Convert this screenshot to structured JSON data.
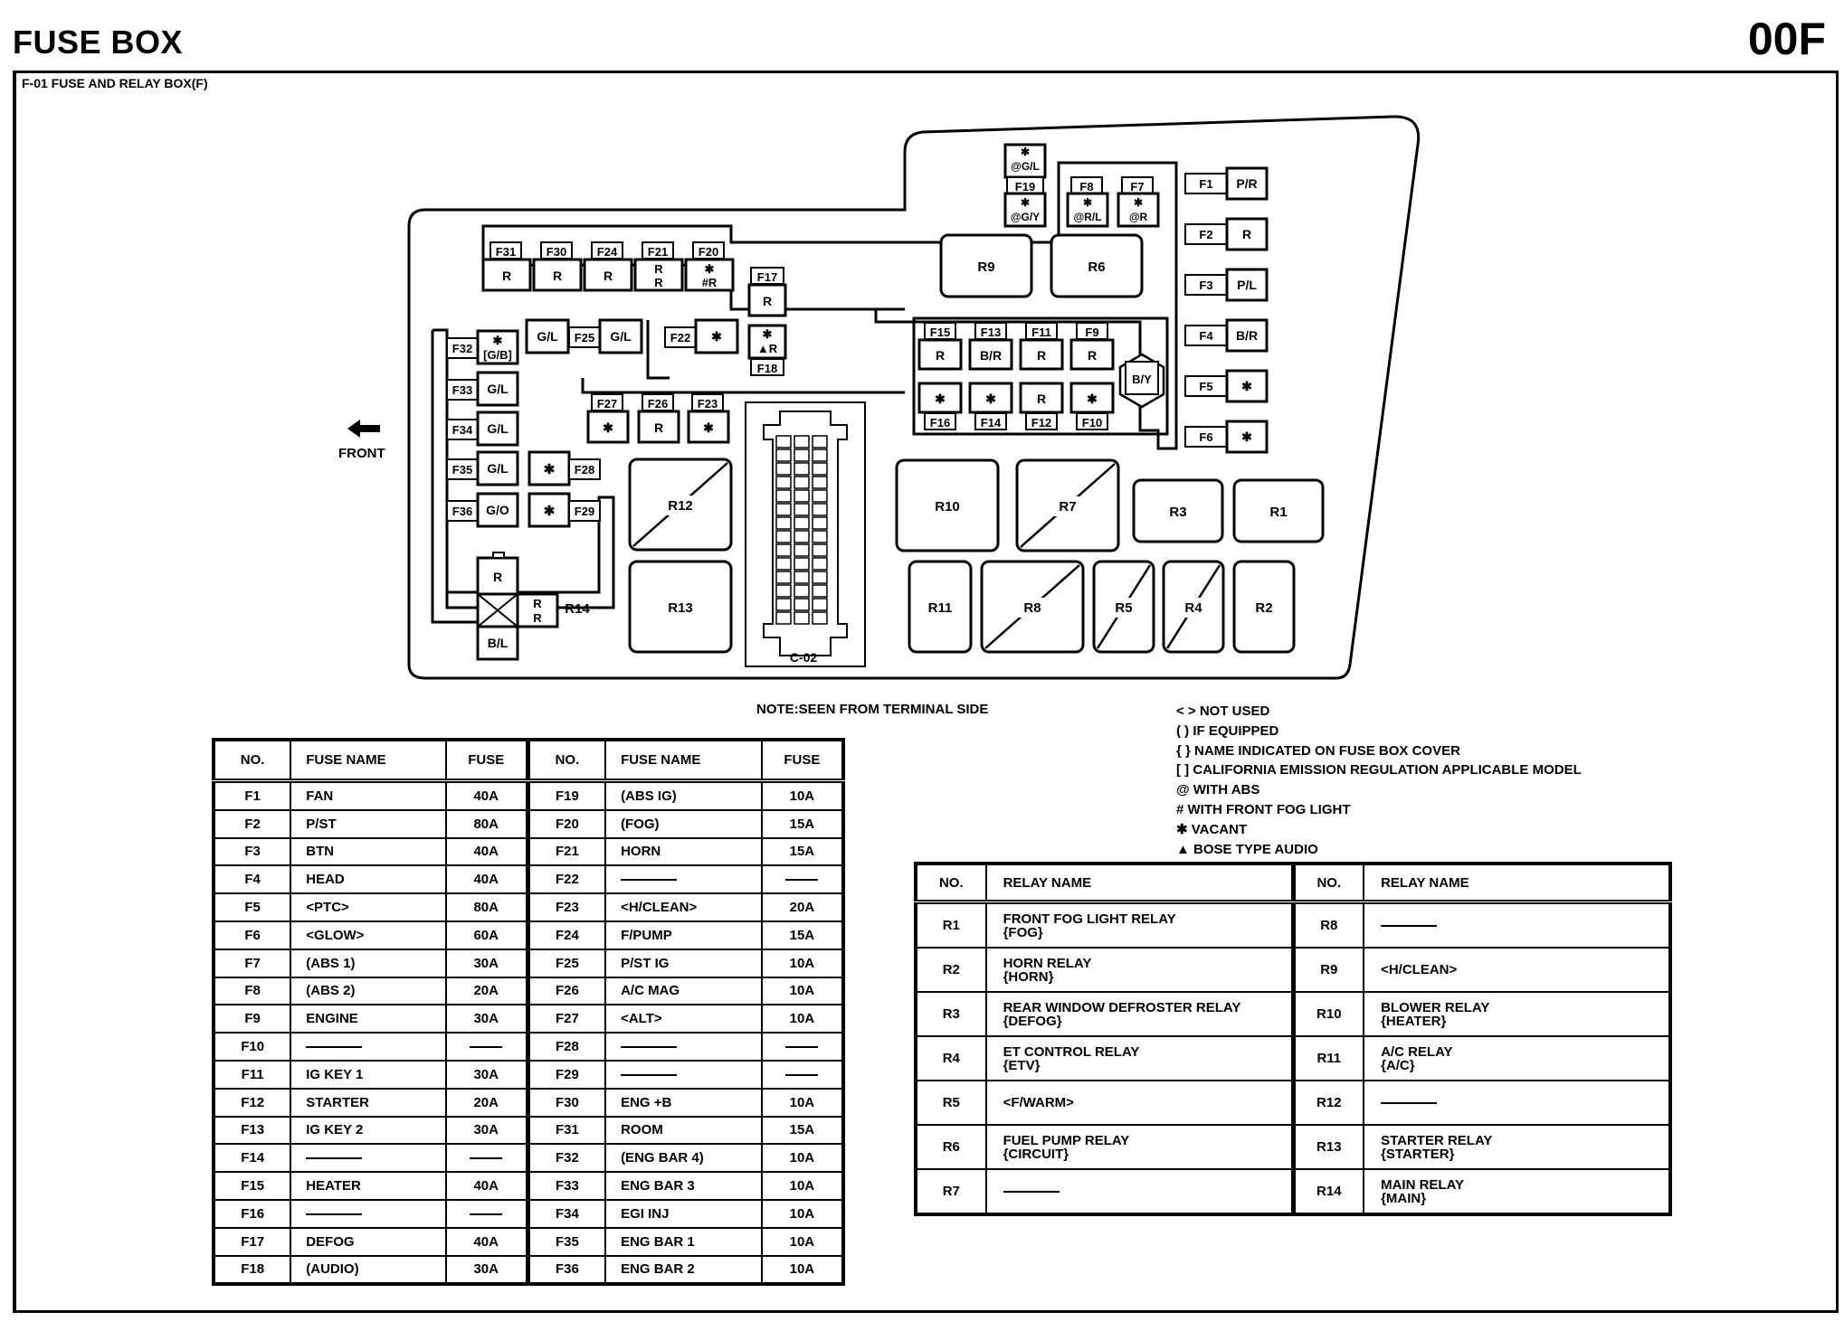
{
  "header": {
    "title": "FUSE BOX",
    "page_code": "00F",
    "subtitle": "F-01 FUSE AND RELAY BOX(F)"
  },
  "diagram": {
    "front_label": "FRONT",
    "front_icon": "arrow-left-icon",
    "connector_label": "C-02",
    "note": "NOTE:SEEN FROM TERMINAL SIDE",
    "top_fuses": [
      {
        "id": "F31",
        "wire": "R"
      },
      {
        "id": "F30",
        "wire": "R"
      },
      {
        "id": "F24",
        "wire": "R"
      },
      {
        "id": "F21",
        "wire": "R",
        "wire2": "R"
      },
      {
        "id": "F20",
        "wire": "✱",
        "wire2": "#R"
      }
    ],
    "f17": {
      "id": "F17",
      "wire": "R"
    },
    "f18": {
      "id": "F18",
      "wire": "✱",
      "wire2": "▲R"
    },
    "f25": {
      "id": "F25",
      "left": "G/L",
      "right": "G/L"
    },
    "f22": {
      "id": "F22",
      "wire": "✱"
    },
    "left_fuses": [
      {
        "id": "F32",
        "wire": "✱",
        "wire2": "[G/B]"
      },
      {
        "id": "F33",
        "wire": "G/L"
      },
      {
        "id": "F34",
        "wire": "G/L"
      },
      {
        "id": "F35",
        "wire": "G/L"
      },
      {
        "id": "F36",
        "wire": "G/O"
      }
    ],
    "f28": {
      "id": "F28",
      "wire": "✱"
    },
    "f29": {
      "id": "F29",
      "wire": "✱"
    },
    "mid_fuses": [
      {
        "id": "F27",
        "wire": "✱"
      },
      {
        "id": "F26",
        "wire": "R"
      },
      {
        "id": "F23",
        "wire": "✱"
      }
    ],
    "r14": {
      "label": "R14",
      "top": "R",
      "side": "R",
      "side2": "R",
      "bottom": "B/L"
    },
    "abs_fuses": [
      {
        "id": "F19",
        "wire_top": "✱",
        "wire_top2": "@G/L",
        "wire": "✱",
        "wire2": "@G/Y"
      },
      {
        "id": "F8",
        "wire": "✱",
        "wire2": "@R/L"
      },
      {
        "id": "F7",
        "wire": "✱",
        "wire2": "@R"
      }
    ],
    "right_fuses": [
      {
        "id": "F1",
        "wire": "P/R"
      },
      {
        "id": "F2",
        "wire": "R"
      },
      {
        "id": "F3",
        "wire": "P/L"
      },
      {
        "id": "F4",
        "wire": "B/R"
      },
      {
        "id": "F5",
        "wire": "✱"
      },
      {
        "id": "F6",
        "wire": "✱"
      }
    ],
    "grid_top": [
      {
        "id": "F15",
        "wire": "R"
      },
      {
        "id": "F13",
        "wire": "B/R"
      },
      {
        "id": "F11",
        "wire": "R"
      },
      {
        "id": "F9",
        "wire": "R"
      }
    ],
    "grid_bottom": [
      {
        "id": "F16",
        "wire": "✱"
      },
      {
        "id": "F14",
        "wire": "✱"
      },
      {
        "id": "F12",
        "wire": "R"
      },
      {
        "id": "F10",
        "wire": "✱"
      }
    ],
    "stud": {
      "wire": "B/Y"
    },
    "relays": {
      "R1": "R1",
      "R2": "R2",
      "R3": "R3",
      "R4": "R4",
      "R5": "R5",
      "R6": "R6",
      "R7": "R7",
      "R8": "R8",
      "R9": "R9",
      "R10": "R10",
      "R11": "R11",
      "R12": "R12",
      "R13": "R13"
    }
  },
  "legend": [
    "< > NOT USED",
    "( ) IF EQUIPPED",
    "{ } NAME INDICATED ON FUSE BOX COVER",
    "[ ] CALIFORNIA EMISSION REGULATION APPLICABLE MODEL",
    "@  WITH ABS",
    "#  WITH FRONT FOG LIGHT",
    "✱ VACANT",
    "▲ BOSE TYPE AUDIO"
  ],
  "fuse_table": {
    "headers": {
      "no": "NO.",
      "name": "FUSE NAME",
      "fuse": "FUSE"
    },
    "left": [
      {
        "no": "F1",
        "name": "FAN",
        "fuse": "40A"
      },
      {
        "no": "F2",
        "name": "P/ST",
        "fuse": "80A"
      },
      {
        "no": "F3",
        "name": "BTN",
        "fuse": "40A"
      },
      {
        "no": "F4",
        "name": "HEAD",
        "fuse": "40A"
      },
      {
        "no": "F5",
        "name": "<PTC>",
        "fuse": "80A"
      },
      {
        "no": "F6",
        "name": "<GLOW>",
        "fuse": "60A"
      },
      {
        "no": "F7",
        "name": "(ABS 1)",
        "fuse": "30A"
      },
      {
        "no": "F8",
        "name": "(ABS 2)",
        "fuse": "20A"
      },
      {
        "no": "F9",
        "name": "ENGINE",
        "fuse": "30A"
      },
      {
        "no": "F10",
        "name": "—",
        "fuse": "—"
      },
      {
        "no": "F11",
        "name": "IG KEY 1",
        "fuse": "30A"
      },
      {
        "no": "F12",
        "name": "STARTER",
        "fuse": "20A"
      },
      {
        "no": "F13",
        "name": "IG KEY 2",
        "fuse": "30A"
      },
      {
        "no": "F14",
        "name": "—",
        "fuse": "—"
      },
      {
        "no": "F15",
        "name": "HEATER",
        "fuse": "40A"
      },
      {
        "no": "F16",
        "name": "—",
        "fuse": "—"
      },
      {
        "no": "F17",
        "name": "DEFOG",
        "fuse": "40A"
      },
      {
        "no": "F18",
        "name": "(AUDIO)",
        "fuse": "30A"
      }
    ],
    "right": [
      {
        "no": "F19",
        "name": "(ABS IG)",
        "fuse": "10A"
      },
      {
        "no": "F20",
        "name": "(FOG)",
        "fuse": "15A"
      },
      {
        "no": "F21",
        "name": "HORN",
        "fuse": "15A"
      },
      {
        "no": "F22",
        "name": "—",
        "fuse": "—"
      },
      {
        "no": "F23",
        "name": "<H/CLEAN>",
        "fuse": "20A"
      },
      {
        "no": "F24",
        "name": "F/PUMP",
        "fuse": "15A"
      },
      {
        "no": "F25",
        "name": "P/ST IG",
        "fuse": "10A"
      },
      {
        "no": "F26",
        "name": "A/C MAG",
        "fuse": "10A"
      },
      {
        "no": "F27",
        "name": "<ALT>",
        "fuse": "10A"
      },
      {
        "no": "F28",
        "name": "—",
        "fuse": "—"
      },
      {
        "no": "F29",
        "name": "—",
        "fuse": "—"
      },
      {
        "no": "F30",
        "name": "ENG +B",
        "fuse": "10A"
      },
      {
        "no": "F31",
        "name": "ROOM",
        "fuse": "15A"
      },
      {
        "no": "F32",
        "name": "(ENG BAR 4)",
        "fuse": "10A"
      },
      {
        "no": "F33",
        "name": "ENG BAR 3",
        "fuse": "10A"
      },
      {
        "no": "F34",
        "name": "EGI INJ",
        "fuse": "10A"
      },
      {
        "no": "F35",
        "name": "ENG BAR 1",
        "fuse": "10A"
      },
      {
        "no": "F36",
        "name": "ENG BAR 2",
        "fuse": "10A"
      }
    ]
  },
  "relay_table": {
    "headers": {
      "no": "NO.",
      "name": "RELAY NAME"
    },
    "left": [
      {
        "no": "R1",
        "name": "FRONT FOG LIGHT RELAY",
        "cover": "{FOG}"
      },
      {
        "no": "R2",
        "name": "HORN RELAY",
        "cover": "{HORN}"
      },
      {
        "no": "R3",
        "name": "REAR WINDOW DEFROSTER RELAY",
        "cover": "{DEFOG}"
      },
      {
        "no": "R4",
        "name": "ET CONTROL RELAY",
        "cover": "{ETV}"
      },
      {
        "no": "R5",
        "name": "<F/WARM>",
        "cover": ""
      },
      {
        "no": "R6",
        "name": "FUEL PUMP RELAY",
        "cover": "{CIRCUIT}"
      },
      {
        "no": "R7",
        "name": "—",
        "cover": ""
      }
    ],
    "right": [
      {
        "no": "R8",
        "name": "—",
        "cover": ""
      },
      {
        "no": "R9",
        "name": "<H/CLEAN>",
        "cover": ""
      },
      {
        "no": "R10",
        "name": "BLOWER RELAY",
        "cover": "{HEATER}"
      },
      {
        "no": "R11",
        "name": "A/C RELAY",
        "cover": "{A/C}"
      },
      {
        "no": "R12",
        "name": "—",
        "cover": ""
      },
      {
        "no": "R13",
        "name": "STARTER RELAY",
        "cover": "{STARTER}"
      },
      {
        "no": "R14",
        "name": "MAIN RELAY",
        "cover": "{MAIN}"
      }
    ]
  }
}
